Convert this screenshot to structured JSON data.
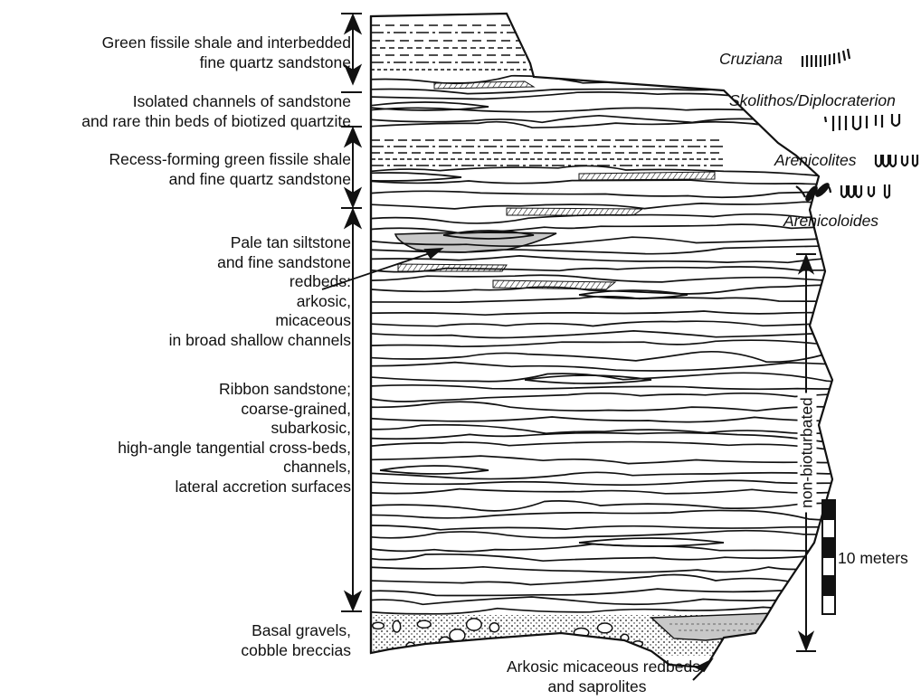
{
  "units": [
    {
      "lines": [
        "Green fissile shale and interbedded",
        "fine quartz sandstone"
      ]
    },
    {
      "lines": [
        "Isolated channels of sandstone",
        "and rare thin beds of biotized quartzite"
      ]
    },
    {
      "lines": [
        "Recess-forming green fissile shale",
        "and fine quartz sandstone"
      ]
    },
    {
      "lines": [
        "Pale tan siltstone",
        "and fine sandstone",
        "redbeds:",
        "arkosic,",
        "micaceous",
        "in broad shallow channels"
      ]
    },
    {
      "lines": [
        "Ribbon sandstone;",
        "coarse-grained,",
        "subarkosic,",
        "high-angle tangential cross-beds,",
        "channels,",
        "lateral accretion surfaces"
      ]
    },
    {
      "lines": [
        "Basal gravels,",
        "cobble breccias"
      ]
    }
  ],
  "trace_fossils": {
    "cruziana": "Cruziana",
    "skolithos": "Skolithos/Diplocraterion",
    "arenicolites": "Arenicolites",
    "arenicoloides": "Arenicoloides"
  },
  "bioturbation_label": "non-bioturbated",
  "scale_bar_label": "10 meters",
  "bottom_label": [
    "Arkosic micaceous redbeds",
    "and saprolites"
  ],
  "colors": {
    "ink": "#111111",
    "grey_fill": "#c8c8c8",
    "background": "#ffffff"
  }
}
